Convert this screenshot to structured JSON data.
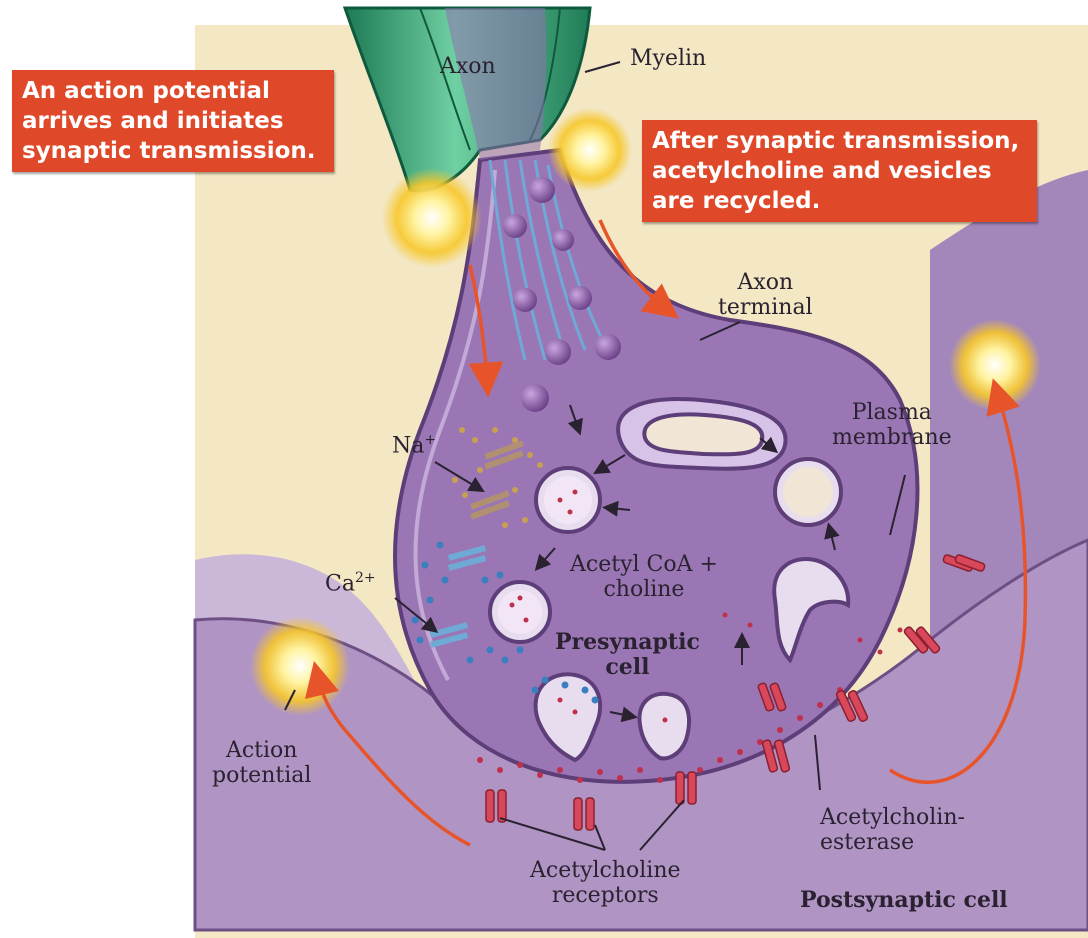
{
  "boxes": {
    "arrive": "An action potential\narrives and initiates\nsynaptic transmission.",
    "recycle": "After synaptic transmission,\nacetylcholine and vesicles\nare recycled."
  },
  "labels": {
    "axon": "Axon",
    "myelin": "Myelin",
    "axon_terminal": "Axon\nterminal",
    "plasma_membrane": "Plasma\nmembrane",
    "na_base": "Na",
    "na_charge": "+",
    "ca_base": "Ca",
    "ca_charge": "2+",
    "acetyl_coa": "Acetyl CoA +\ncholine",
    "presynaptic": "Presynaptic\ncell",
    "action_potential": "Action\npotential",
    "acetylcholinesterase": "Acetylcholin-\nesterase",
    "receptors": "Acetylcholine\nreceptors",
    "postsynaptic": "Postsynaptic cell"
  },
  "colors": {
    "background_tan": "#f3e7c4",
    "postsynaptic_purple": "#b094c4",
    "terminal_purple": "#9a77b4",
    "myelin_green": "#3fa779",
    "label_box": "#e0482a",
    "vesicle": "#7b4f96",
    "acetylcholine_dot": "#c0304a",
    "calcium_dot": "#3a7fbf",
    "sodium_dot": "#c9a050"
  }
}
